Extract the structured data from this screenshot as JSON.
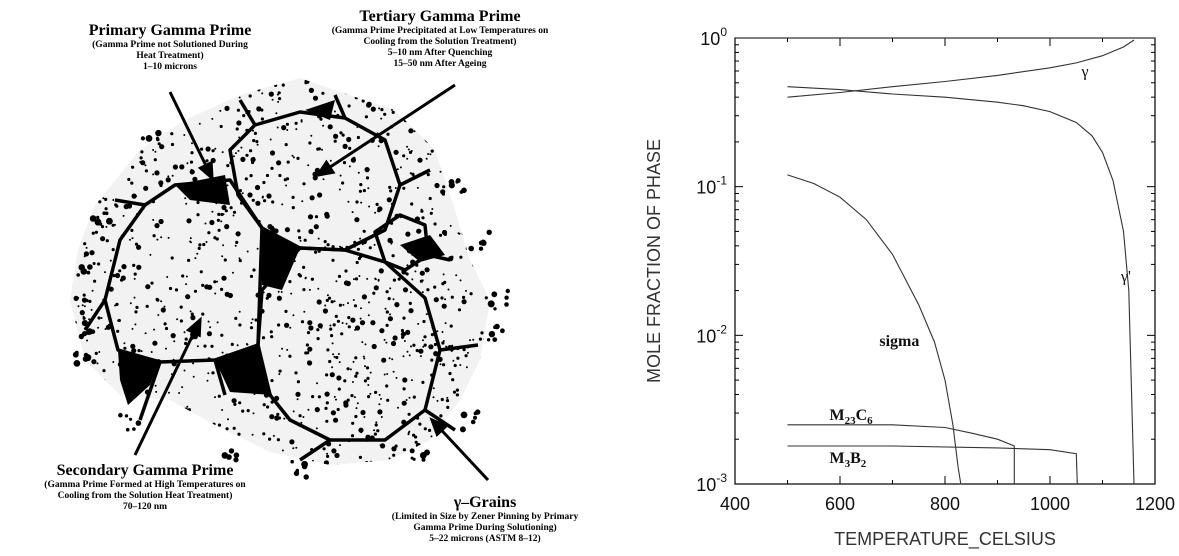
{
  "diagram": {
    "primary": {
      "title": "Primary Gamma Prime",
      "lines": [
        "(Gamma Prime not Solutioned During",
        "Heat Treatment)",
        "1–10 microns"
      ]
    },
    "tertiary": {
      "title": "Tertiary Gamma Prime",
      "lines": [
        "(Gamma Prime Precipitated at Low Temperatures on",
        "Cooling from the Solution Treatment)",
        "5–10 nm After Quenching",
        "15–50 nm After Ageing"
      ]
    },
    "secondary": {
      "title": "Secondary Gamma Prime",
      "lines": [
        "(Gamma Prime Formed at High Temperatures on",
        "Cooling from the Solution Heat Treatment)",
        "70–120 nm"
      ]
    },
    "grains": {
      "title": "γ–Grains",
      "lines": [
        "(Limited in Size by Zener Pinning by Primary",
        "Gamma Prime During Solutioning)",
        "5–22 microns (ASTM 8–12)"
      ]
    }
  },
  "chart_data": {
    "type": "line",
    "xlabel": "TEMPERATURE_CELSIUS",
    "ylabel": "MOLE FRACTION OF PHASE",
    "xlim": [
      400,
      1200
    ],
    "ylim": [
      0.001,
      1
    ],
    "yscale": "log",
    "xticks": [
      400,
      600,
      800,
      1000,
      1200
    ],
    "yticks": [
      {
        "value": 0.001,
        "base": "10",
        "exp": "-3"
      },
      {
        "value": 0.01,
        "base": "10",
        "exp": "-2"
      },
      {
        "value": 0.1,
        "base": "10",
        "exp": "-1"
      },
      {
        "value": 1,
        "base": "10",
        "exp": "0"
      }
    ],
    "grid": false,
    "series": [
      {
        "name": "γ",
        "label_at": [
          1060,
          0.55
        ],
        "x": [
          500,
          600,
          700,
          800,
          900,
          1000,
          1050,
          1100,
          1140,
          1160
        ],
        "y": [
          0.4,
          0.43,
          0.47,
          0.51,
          0.56,
          0.63,
          0.68,
          0.76,
          0.87,
          0.97
        ]
      },
      {
        "name": "γ'",
        "label_at": [
          1135,
          0.023
        ],
        "x": [
          500,
          600,
          700,
          800,
          900,
          950,
          1000,
          1050,
          1080,
          1100,
          1120,
          1140,
          1150,
          1160
        ],
        "y": [
          0.47,
          0.45,
          0.42,
          0.4,
          0.37,
          0.35,
          0.32,
          0.27,
          0.22,
          0.17,
          0.11,
          0.05,
          0.02,
          0.001
        ]
      },
      {
        "name": "sigma",
        "label_at": [
          675,
          0.0085
        ],
        "x": [
          500,
          550,
          600,
          650,
          700,
          750,
          780,
          800,
          815,
          825,
          830,
          832
        ],
        "y": [
          0.12,
          0.105,
          0.085,
          0.06,
          0.035,
          0.016,
          0.009,
          0.005,
          0.0025,
          0.0013,
          0.001,
          0.001
        ]
      },
      {
        "name": "M23C6",
        "label": "M",
        "sub": "23",
        "label2": "C",
        "sub2": "6",
        "label_at": [
          580,
          0.0027
        ],
        "x": [
          500,
          600,
          700,
          800,
          850,
          900,
          932,
          932
        ],
        "y": [
          0.0025,
          0.0025,
          0.0025,
          0.0024,
          0.0022,
          0.002,
          0.0018,
          0.001
        ]
      },
      {
        "name": "M3B2",
        "label": "M",
        "sub": "3",
        "label2": "B",
        "sub2": "2",
        "label_at": [
          580,
          0.00138
        ],
        "x": [
          500,
          700,
          900,
          1000,
          1050,
          1052
        ],
        "y": [
          0.0018,
          0.0018,
          0.00175,
          0.0017,
          0.0016,
          0.001
        ]
      }
    ]
  }
}
